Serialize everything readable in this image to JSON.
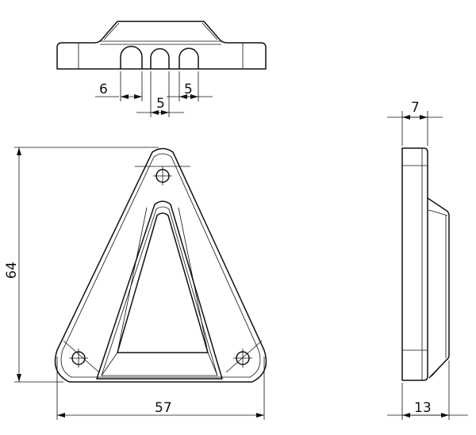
{
  "drawing": {
    "colors": {
      "line": "#111111",
      "background": "#ffffff"
    },
    "views": {
      "top_view": {
        "dimensions": {
          "slot_width_left": "6",
          "slot_gap_middle": "5",
          "slot_width_right": "5"
        }
      },
      "front_view": {
        "dimensions": {
          "height": "64",
          "width": "57"
        }
      },
      "side_view": {
        "dimensions": {
          "plate_thickness": "7",
          "total_thickness": "13"
        }
      }
    }
  }
}
